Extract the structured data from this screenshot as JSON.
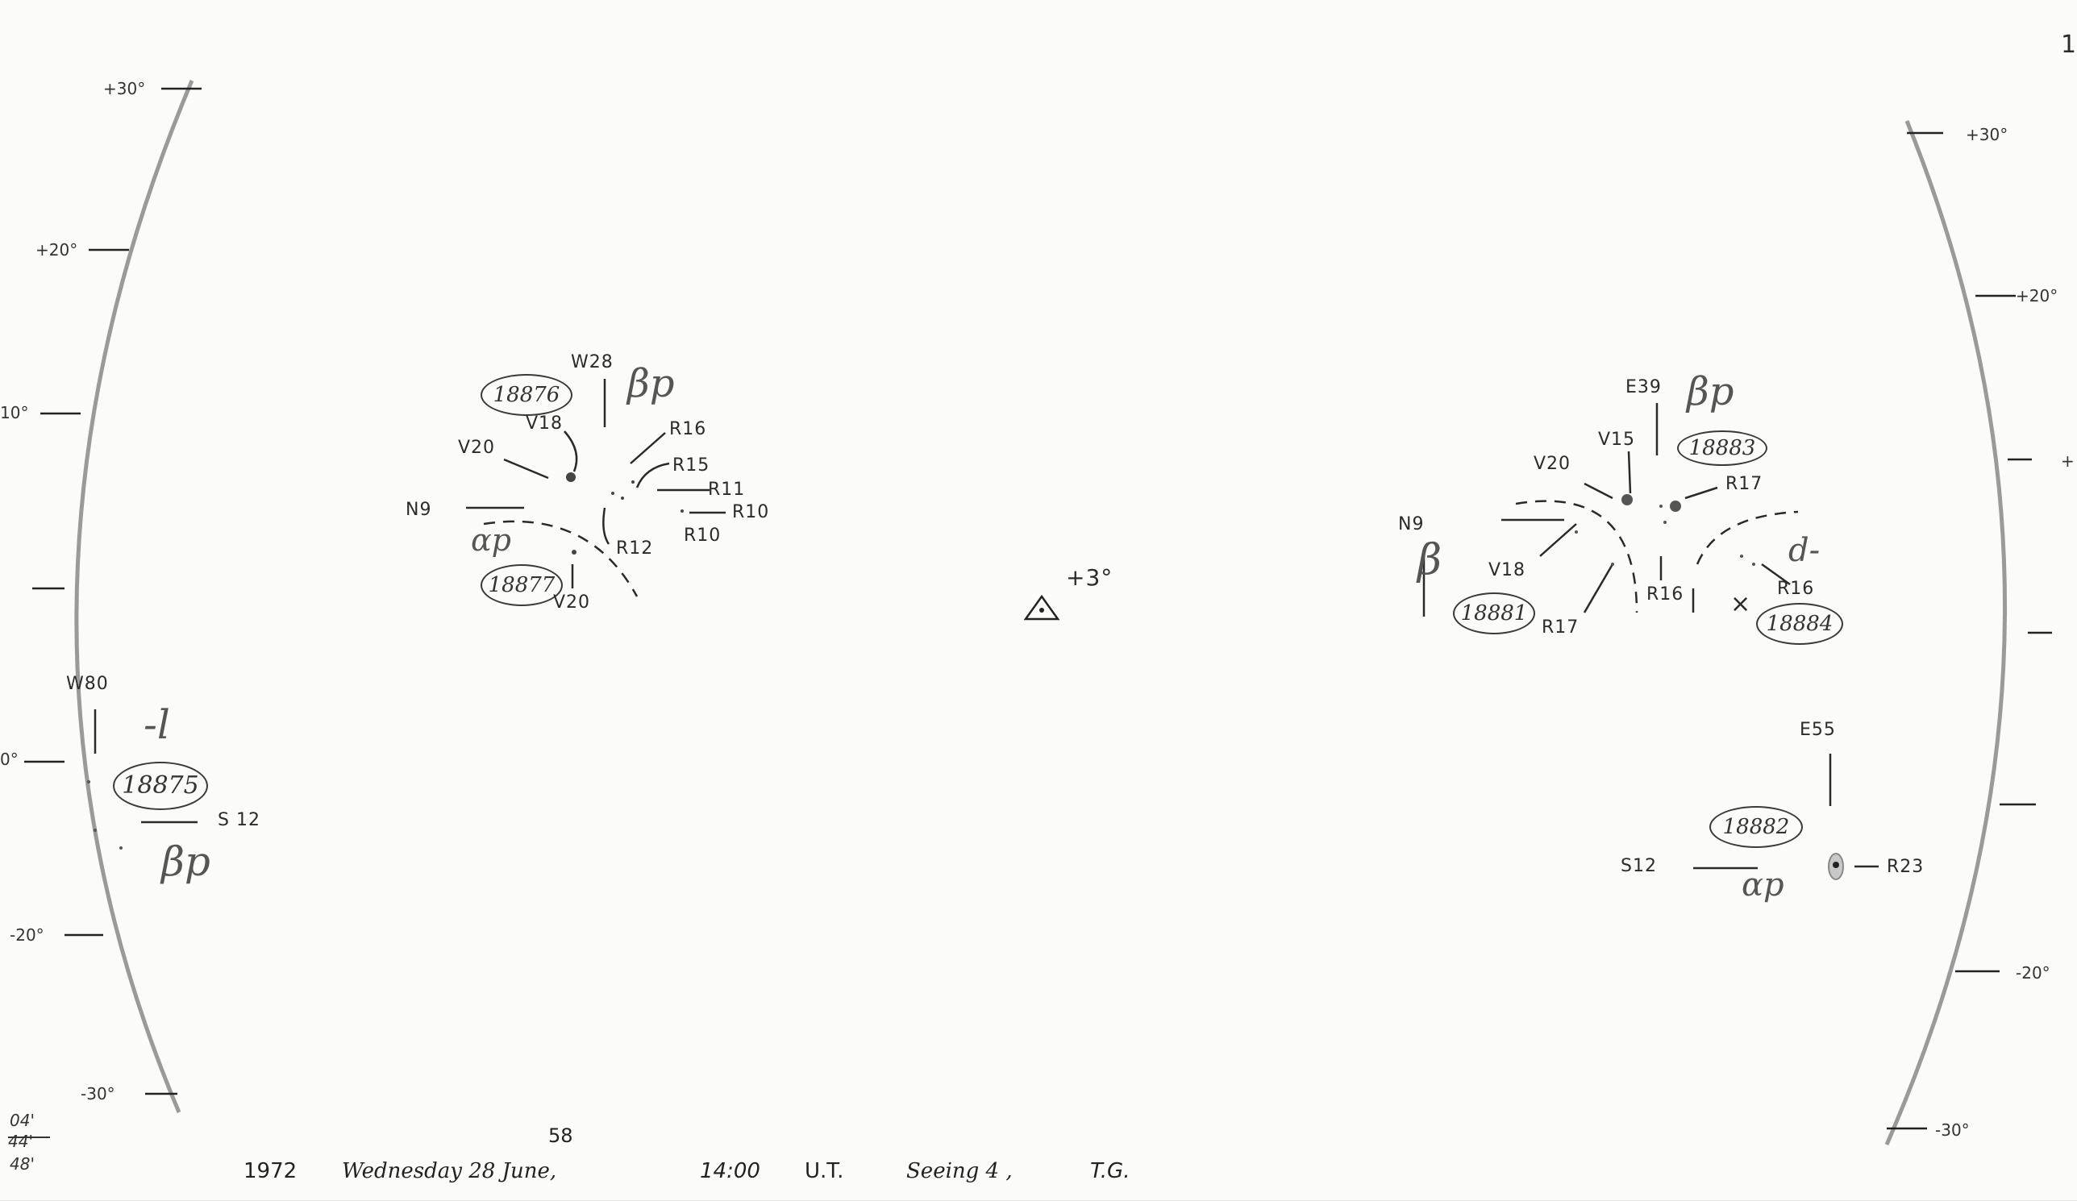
{
  "page": {
    "number": "1"
  },
  "limbs": {
    "left": {
      "ticks": [
        "+30°",
        "+20°",
        "10°",
        "",
        "0°",
        "-20°",
        "-30°"
      ]
    },
    "right": {
      "ticks": [
        "+30°",
        "+20°",
        "+",
        "",
        "",
        "-20°",
        "-30°"
      ]
    }
  },
  "center": {
    "label": "+3°"
  },
  "groups": {
    "g18876": {
      "region": "18876",
      "region2": "18877",
      "class1": "βp",
      "class2": "αp",
      "lon": "W28",
      "lat": "N9",
      "labels": [
        "V18",
        "V20",
        "R16",
        "R15",
        "R11",
        "R10",
        "R10",
        "R12",
        "V20"
      ]
    },
    "g18881": {
      "region": "18883",
      "region2": "18881",
      "region3": "18884",
      "class1": "βp",
      "class2": "β",
      "class3": "d-",
      "lon": "E39",
      "lat": "N9",
      "labels": [
        "V15",
        "V20",
        "R17",
        "V18",
        "R17",
        "R16",
        "R16"
      ],
      "mark": "×"
    },
    "g18875": {
      "region": "18875",
      "class1": "-l",
      "class2": "βp",
      "lon": "W80",
      "lat": "S 12"
    },
    "g18882": {
      "region": "18882",
      "class1": "αp",
      "lon": "E55",
      "lat": "S12",
      "rlabel": "R23"
    }
  },
  "footer": {
    "year": "1972",
    "date": "Wednesday 28 June,",
    "time": "14:00",
    "time_sup": "58",
    "tz": "U.T.",
    "seeing": "Seeing 4 ,",
    "observer": "T.G."
  },
  "corner": [
    "04'",
    "44'",
    "48'"
  ]
}
